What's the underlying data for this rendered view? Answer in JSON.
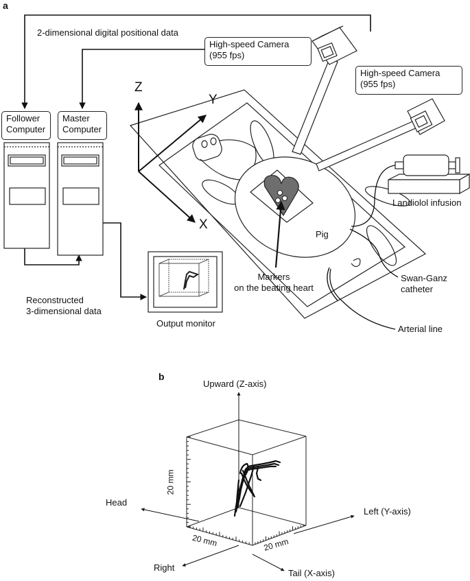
{
  "panel_a": {
    "label": "a",
    "positional_data_label": "2-dimensional digital positional data",
    "camera_1": {
      "line1": "High-speed Camera",
      "line2": "(955 fps)"
    },
    "camera_2": {
      "line1": "High-speed Camera",
      "line2": "(955 fps)"
    },
    "follower_computer": {
      "line1": "Follower",
      "line2": "Computer"
    },
    "master_computer": {
      "line1": "Master",
      "line2": "Computer"
    },
    "axis_z": "Z",
    "axis_y": "Y",
    "axis_x": "X",
    "landiolol": "Landiolol infusion",
    "pig": "Pig",
    "swan_ganz": {
      "line1": "Swan-Ganz",
      "line2": "catheter"
    },
    "markers": {
      "line1": "Markers",
      "line2": "on the beating heart"
    },
    "arterial_line": "Arterial line",
    "reconstructed": {
      "line1": "Reconstructed",
      "line2": "3-dimensional data"
    },
    "output_monitor": "Output monitor"
  },
  "panel_b": {
    "label": "b",
    "upward": "Upward (Z-axis)",
    "head": "Head",
    "left": "Left (Y-axis)",
    "right": "Right",
    "tail": "Tail (X-axis)",
    "scale_vertical": "20 mm",
    "scale_x": "20 mm",
    "scale_y": "20 mm"
  },
  "colors": {
    "line": "#111111",
    "heart": "#6e6e6e",
    "background": "#ffffff"
  }
}
